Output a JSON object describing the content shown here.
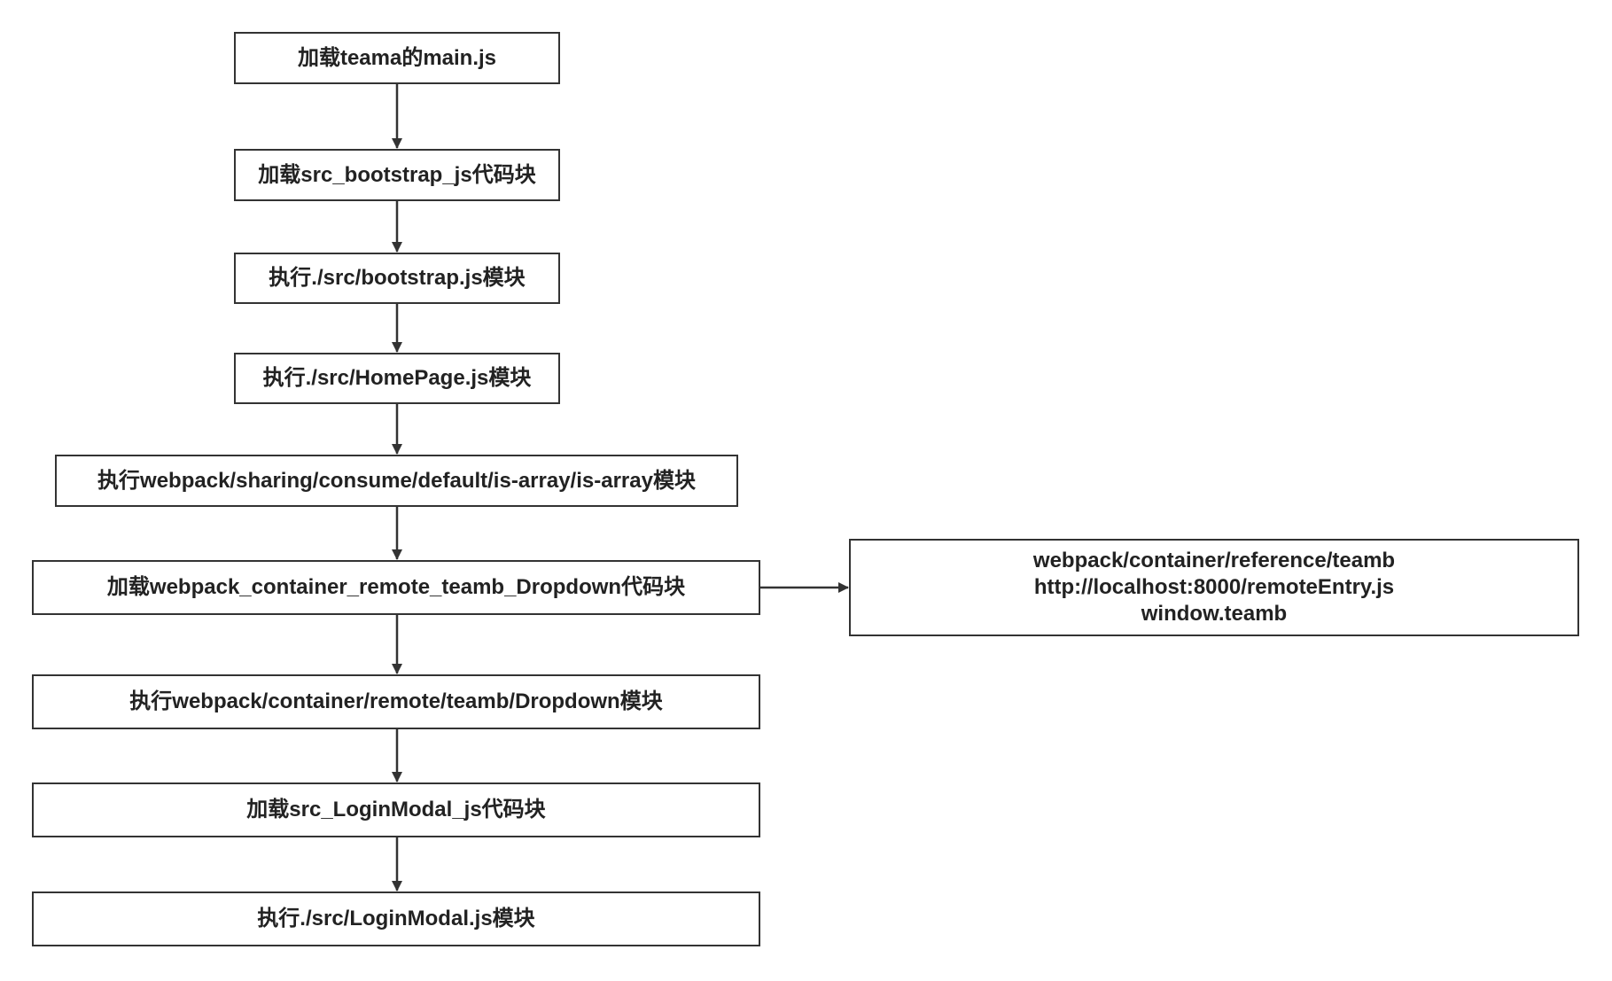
{
  "colors": {
    "stroke": "#333333",
    "text": "#222222",
    "background": "#ffffff"
  },
  "nodes": [
    {
      "id": "n1",
      "lines": [
        "加载teama的main.js"
      ]
    },
    {
      "id": "n2",
      "lines": [
        "加载src_bootstrap_js代码块"
      ]
    },
    {
      "id": "n3",
      "lines": [
        "执行./src/bootstrap.js模块"
      ]
    },
    {
      "id": "n4",
      "lines": [
        "执行./src/HomePage.js模块"
      ]
    },
    {
      "id": "n5",
      "lines": [
        "执行webpack/sharing/consume/default/is-array/is-array模块"
      ]
    },
    {
      "id": "n6",
      "lines": [
        "加载webpack_container_remote_teamb_Dropdown代码块"
      ]
    },
    {
      "id": "n7",
      "lines": [
        "执行webpack/container/remote/teamb/Dropdown模块"
      ]
    },
    {
      "id": "n8",
      "lines": [
        "加载src_LoginModal_js代码块"
      ]
    },
    {
      "id": "n9",
      "lines": [
        "执行./src/LoginModal.js模块"
      ]
    },
    {
      "id": "n10",
      "lines": [
        "webpack/container/reference/teamb",
        "http://localhost:8000/remoteEntry.js",
        "window.teamb"
      ]
    }
  ],
  "edges": [
    {
      "from": "n1",
      "to": "n2"
    },
    {
      "from": "n2",
      "to": "n3"
    },
    {
      "from": "n3",
      "to": "n4"
    },
    {
      "from": "n4",
      "to": "n5"
    },
    {
      "from": "n5",
      "to": "n6"
    },
    {
      "from": "n6",
      "to": "n7"
    },
    {
      "from": "n7",
      "to": "n8"
    },
    {
      "from": "n8",
      "to": "n9"
    },
    {
      "from": "n6",
      "to": "n10"
    }
  ]
}
